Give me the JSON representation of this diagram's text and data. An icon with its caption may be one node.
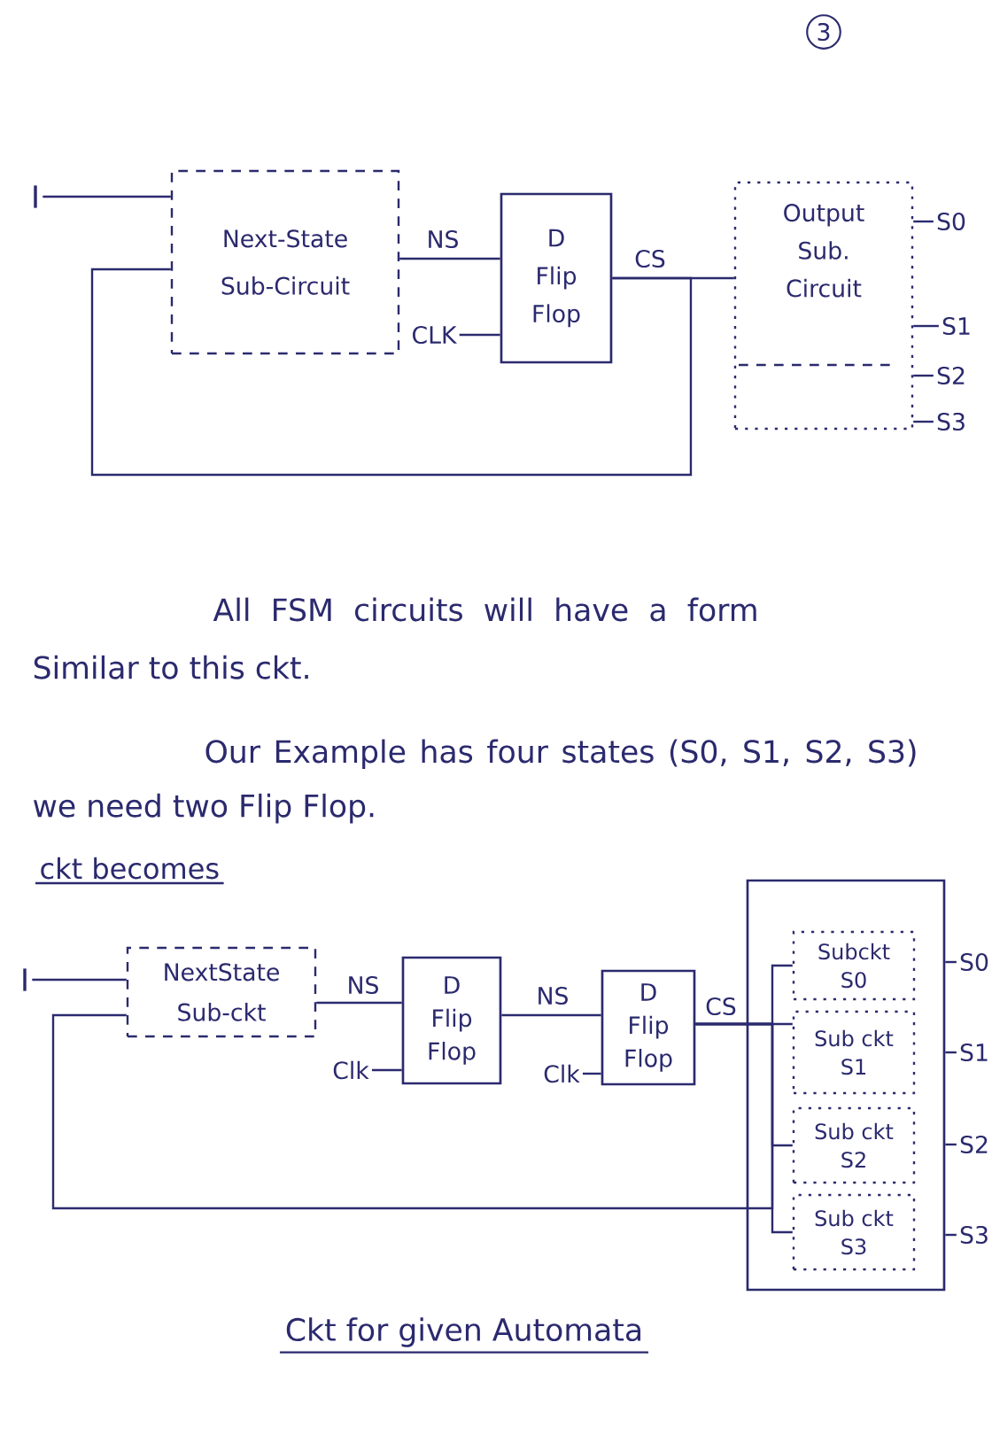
{
  "diagram": {
    "caption": "Ckt for given Automata",
    "nodes": [
      {
        "text": [
          "I"
        ]
      },
      {
        "text": [
          "Next-State Sub-Circuit"
        ]
      },
      {
        "text": [
          "D Flip Flop"
        ]
      },
      {
        "text": [
          "CLK"
        ]
      },
      {
        "text": [
          "Output Sub. Circuit"
        ]
      },
      {
        "text": [
          "S0"
        ]
      },
      {
        "text": [
          "S1"
        ]
      },
      {
        "text": [
          "S2"
        ]
      },
      {
        "text": [
          "S3"
        ]
      },
      {
        "text": [
          "I"
        ]
      },
      {
        "text": [
          "NextState Sub-ckt"
        ]
      },
      {
        "text": [
          "D Flip Flop"
        ]
      },
      {
        "text": [
          "Clk"
        ]
      },
      {
        "text": [
          "D Flip Flop"
        ]
      },
      {
        "text": [
          "Clk"
        ]
      },
      {
        "text": [],
        "shape": "box"
      },
      {
        "text": [
          "Subckt",
          "S0"
        ],
        "in": 15
      },
      {
        "text": [
          "Sub ckt",
          "S1"
        ],
        "in": 15
      },
      {
        "text": [
          "Sub ckt",
          "S2"
        ],
        "in": 15
      },
      {
        "text": [
          "Sub ckt",
          "S3"
        ],
        "in": 15
      },
      {
        "text": [
          "S0"
        ]
      },
      {
        "text": [
          "S1"
        ]
      },
      {
        "text": [
          "S2"
        ]
      },
      {
        "text": [
          "S3"
        ]
      }
    ],
    "edges": [
      {
        "from": 0,
        "to": 1,
        "arrow": "none"
      },
      {
        "from": 1,
        "to": 2,
        "arrow": "none",
        "label": "NS"
      },
      {
        "from": 3,
        "to": 2,
        "arrow": "none"
      },
      {
        "from": 2,
        "to": 4,
        "arrow": "none",
        "label": "CS"
      },
      {
        "from": 2,
        "to": 1,
        "arrow": "none"
      },
      {
        "from": 4,
        "to": 5,
        "arrow": "none"
      },
      {
        "from": 4,
        "to": 6,
        "arrow": "none"
      },
      {
        "from": 4,
        "to": 7,
        "arrow": "none"
      },
      {
        "from": 4,
        "to": 8,
        "arrow": "none"
      },
      {
        "from": 9,
        "to": 10,
        "arrow": "none"
      },
      {
        "from": 10,
        "to": 11,
        "arrow": "none",
        "label": "NS"
      },
      {
        "from": 12,
        "to": 11,
        "arrow": "none"
      },
      {
        "from": 11,
        "to": 13,
        "arrow": "none",
        "label": "NS"
      },
      {
        "from": 14,
        "to": 13,
        "arrow": "none"
      },
      {
        "from": 13,
        "to": 16,
        "arrow": "none"
      },
      {
        "from": 13,
        "to": 17,
        "arrow": "none",
        "label": "CS"
      },
      {
        "from": 13,
        "to": 18,
        "arrow": "none"
      },
      {
        "from": 13,
        "to": 19,
        "arrow": "none"
      },
      {
        "from": 13,
        "to": 10,
        "arrow": "none"
      },
      {
        "from": 15,
        "to": 20,
        "arrow": "none"
      },
      {
        "from": 15,
        "to": 21,
        "arrow": "none"
      },
      {
        "from": 15,
        "to": 22,
        "arrow": "none"
      },
      {
        "from": 15,
        "to": 23,
        "arrow": "none"
      }
    ],
    "labels": [
      "3",
      "All FSM circuits will have a form Similar to this ckt.",
      "Our Example has four states (S0, S1, S2, S3) we need two Flip Flop.",
      "ckt becomes"
    ]
  }
}
